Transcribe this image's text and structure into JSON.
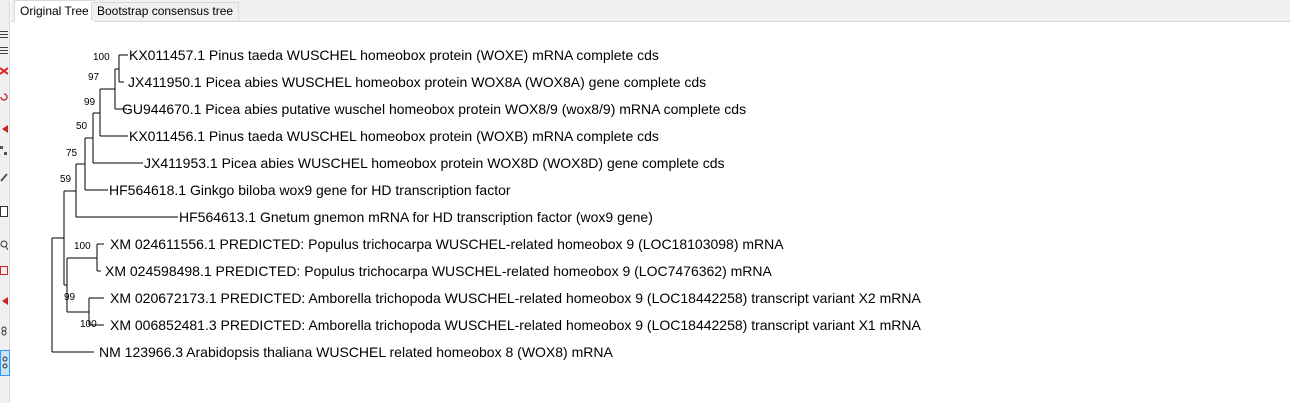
{
  "tabs": [
    {
      "label": "Original Tree",
      "active": true
    },
    {
      "label": "Bootstrap consensus tree",
      "active": false
    }
  ],
  "toolbar": {
    "icons": [
      "list-icon",
      "delete-icon",
      "refresh-icon",
      "arrow-icon",
      "node-icon",
      "pencil-icon",
      "box-icon",
      "search-icon",
      "resize-icon",
      "arrow2-icon",
      "link-icon",
      "tree-icon"
    ]
  },
  "tree": {
    "leaves": [
      "KX011457.1 Pinus taeda WUSCHEL homeobox protein (WOXE) mRNA complete cds",
      "JX411950.1 Picea abies WUSCHEL homeobox protein WOX8A (WOX8A) gene complete cds",
      "GU944670.1 Picea abies putative wuschel homeobox protein WOX8/9 (wox8/9) mRNA complete cds",
      "KX011456.1 Pinus taeda WUSCHEL homeobox protein (WOXB) mRNA complete cds",
      "JX411953.1 Picea abies WUSCHEL homeobox protein WOX8D (WOX8D) gene complete cds",
      "HF564618.1 Ginkgo biloba wox9 gene for HD transcription factor",
      "HF564613.1 Gnetum gnemon mRNA for HD transcription factor (wox9 gene)",
      "XM 024611556.1 PREDICTED: Populus trichocarpa WUSCHEL-related homeobox 9 (LOC18103098) mRNA",
      "XM 024598498.1 PREDICTED: Populus trichocarpa WUSCHEL-related homeobox 9 (LOC7476362) mRNA",
      "XM 020672173.1 PREDICTED: Amborella trichopoda WUSCHEL-related homeobox 9 (LOC18442258) transcript variant X2 mRNA",
      "XM 006852481.3 PREDICTED: Amborella trichopoda WUSCHEL-related homeobox 9 (LOC18442258) transcript variant X1 mRNA",
      "NM 123966.3 Arabidopsis thaliana WUSCHEL related homeobox 8 (WOX8) mRNA"
    ],
    "support_values": [
      "100",
      "97",
      "99",
      "50",
      "75",
      "59",
      "100",
      "99",
      "100"
    ]
  }
}
